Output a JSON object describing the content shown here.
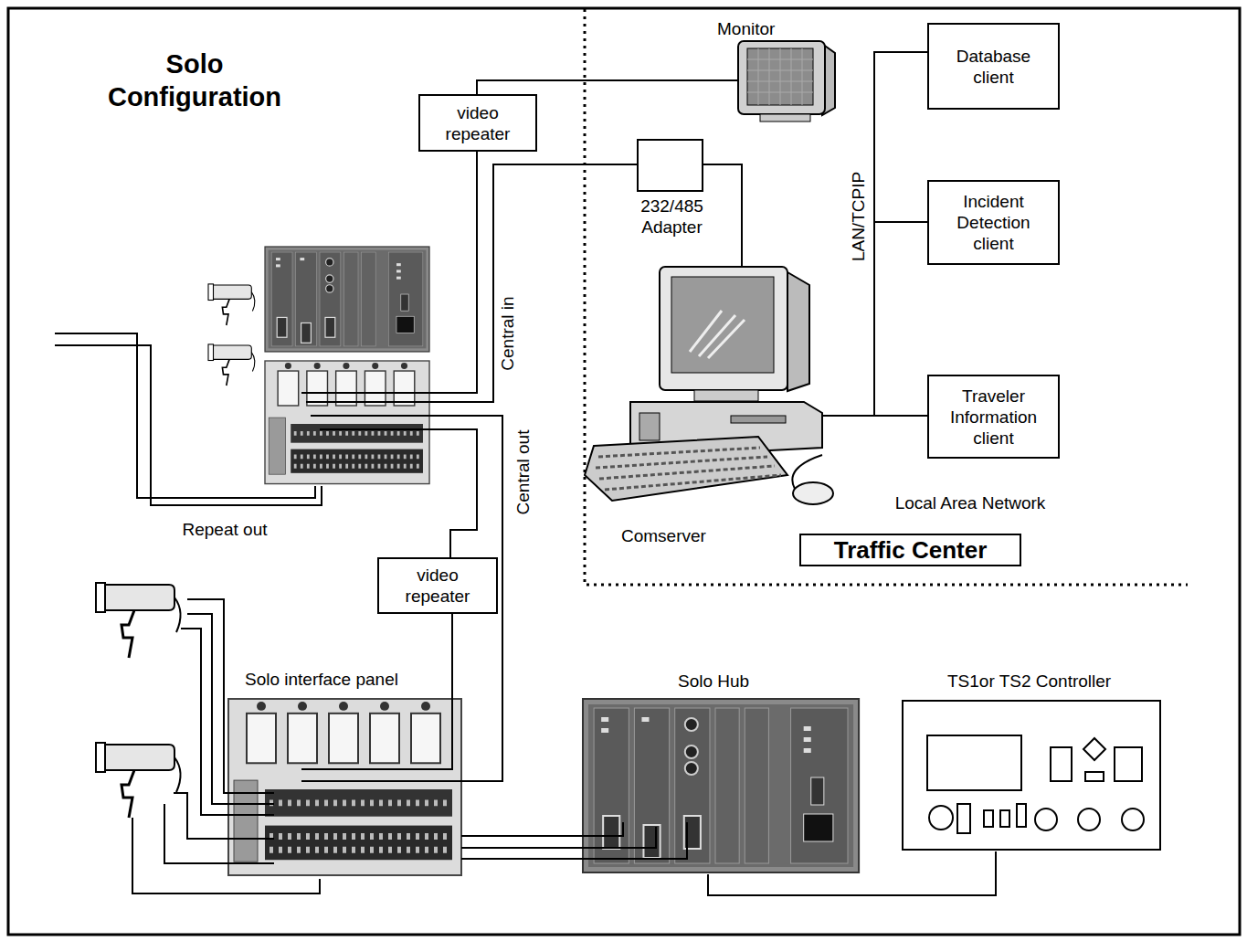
{
  "diagram": {
    "title": "Solo Configuration",
    "nodes": [
      {
        "text": [
          "Monitor"
        ]
      },
      {
        "text": [
          "video repeater"
        ]
      },
      {
        "text": [
          "232/485 Adapter"
        ]
      },
      {
        "text": [
          "Database client"
        ]
      },
      {
        "text": [
          "Incident Detection client"
        ]
      },
      {
        "text": [
          "Comserver"
        ]
      },
      {
        "text": [
          "Traveler Information client"
        ]
      },
      {
        "text": [
          "Traffic Center"
        ]
      },
      {
        "text": [
          "video repeater"
        ]
      },
      {
        "text": [
          "Solo interface panel"
        ]
      },
      {
        "text": [
          "Solo Hub"
        ]
      },
      {
        "text": [
          "TS1or TS2 Controller"
        ]
      }
    ],
    "edges": [
      {
        "from": 1,
        "to": 0,
        "arrow": "none"
      },
      {
        "from": 2,
        "to": 5,
        "arrow": "none"
      },
      {
        "from": 5,
        "to": 3,
        "arrow": "none"
      },
      {
        "from": 5,
        "to": 4,
        "arrow": "none"
      },
      {
        "from": 5,
        "to": 6,
        "arrow": "none"
      },
      {
        "from": 8,
        "to": 9,
        "arrow": "none"
      },
      {
        "from": 9,
        "to": 10,
        "arrow": "none"
      },
      {
        "from": 10,
        "to": 11,
        "arrow": "none"
      }
    ],
    "labels": [
      "Central in",
      "Central out",
      "LAN/TCPIP",
      "Repeat out",
      "Local Area Network"
    ]
  }
}
